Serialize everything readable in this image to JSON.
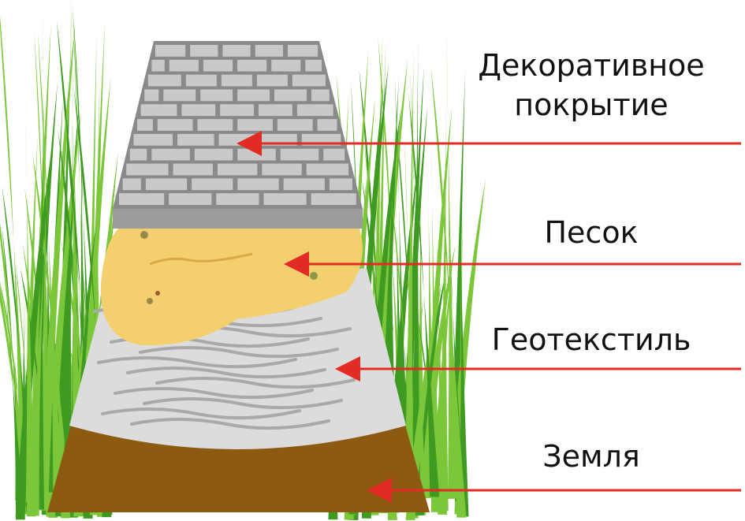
{
  "labels": {
    "covering_line1": "Декоративное",
    "covering_line2": "покрытие",
    "sand": "Песок",
    "geotextile": "Геотекстиль",
    "earth": "Земля"
  },
  "colors": {
    "arrow": "#e32b26",
    "brick": "#c9c9c9",
    "mortar": "#8a8a8a",
    "sand": "#f3cf6d",
    "geotextile": "#dcdcdc",
    "earth": "#8c5a10",
    "grass_light": "#7cc63a",
    "grass_dark": "#3f9a22"
  }
}
